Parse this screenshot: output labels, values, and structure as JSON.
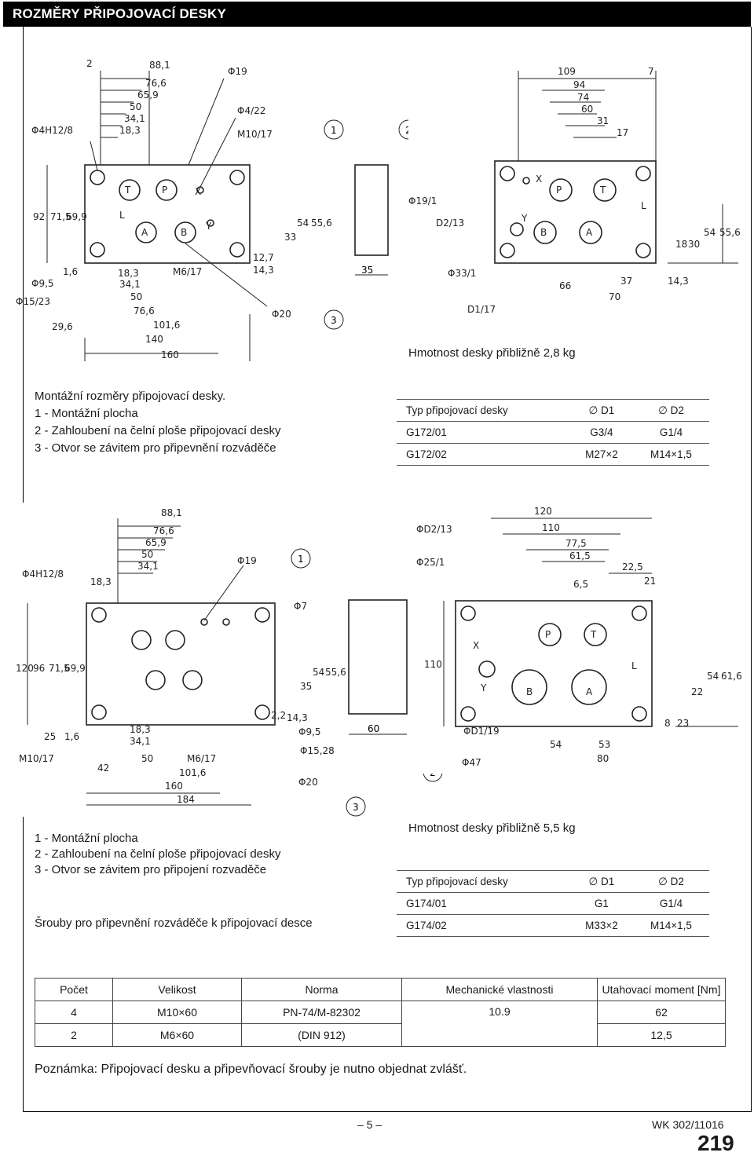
{
  "header": {
    "title": "ROZMĚRY PŘIPOJOVACÍ DESKY"
  },
  "drawing1": {
    "dims_top": [
      "2",
      "88,1",
      "76,6",
      "65,9",
      "50",
      "34,1",
      "18,3",
      "Φ4H12/8",
      "Φ19",
      "Φ4/22",
      "M10/17"
    ],
    "dims_left": [
      "92",
      "71,5",
      "69,9",
      "1,6"
    ],
    "dims_bottom": [
      "18,3",
      "34,1",
      "50",
      "76,6",
      "101,6",
      "140",
      "160",
      "29,6",
      "M6/17",
      "12,7",
      "14,3",
      "33",
      "54",
      "55,6"
    ],
    "misc": [
      "Φ9,5",
      "Φ15/23",
      "Φ20"
    ],
    "ports": [
      "T",
      "P",
      "X",
      "A",
      "B",
      "Y",
      "L"
    ],
    "side_block_dim": "35",
    "callouts": [
      "1",
      "2",
      "3"
    ],
    "right_dims": [
      "109",
      "94",
      "74",
      "60",
      "31",
      "17",
      "7",
      "Φ19/1",
      "D2/13",
      "Φ33/1",
      "D1/17",
      "66",
      "37",
      "70",
      "14,3",
      "18",
      "30",
      "54",
      "55,6"
    ],
    "right_ports": [
      "X",
      "P",
      "T",
      "Y",
      "B",
      "A",
      "L"
    ]
  },
  "weight1": "Hmotnost desky přibližně 2,8 kg",
  "legend1": {
    "title": "Montážní rozměry připojovací desky.",
    "items": [
      "1 - Montážní plocha",
      "2 - Zahloubení na čelní ploše připojovací desky",
      "3 - Otvor se závitem pro připevnění rozváděče"
    ]
  },
  "table1": {
    "headers": [
      "Typ připojovací desky",
      "∅ D1",
      "∅ D2"
    ],
    "rows": [
      [
        "G172/01",
        "G3/4",
        "G1/4"
      ],
      [
        "G172/02",
        "M27×2",
        "M14×1,5"
      ]
    ]
  },
  "drawing2": {
    "dims_top": [
      "88,1",
      "76,6",
      "65,9",
      "50",
      "34,1",
      "18,3",
      "Φ4H12/8",
      "Φ19",
      "Φ7"
    ],
    "dims_left": [
      "120",
      "96",
      "71,5",
      "69,9",
      "25",
      "1,6",
      "M10/17"
    ],
    "dims_bottom": [
      "18,3",
      "34,1",
      "50",
      "42",
      "M6/17",
      "101,6",
      "160",
      "184",
      "Φ20",
      "2,2",
      "14,3",
      "35",
      "54",
      "55,6",
      "Φ9,5",
      "Φ15,28"
    ],
    "side_block_dim": "60",
    "right_dims": [
      "ΦD2/13",
      "Φ25/1",
      "120",
      "110",
      "77,5",
      "61,5",
      "22,5",
      "21",
      "6,5",
      "110",
      "ΦD1/19",
      "Φ47",
      "54",
      "53",
      "80",
      "8",
      "23",
      "22",
      "54",
      "61,6"
    ],
    "right_ports": [
      "X",
      "P",
      "T",
      "Y",
      "B",
      "A",
      "L"
    ],
    "callouts": [
      "1",
      "2",
      "3"
    ]
  },
  "legend2": {
    "items": [
      "1 - Montážní plocha",
      "2 - Zahloubení na čelní ploše připojovací desky",
      "3 - Otvor se závitem pro připojení rozvaděče"
    ],
    "bolts_title": "Šrouby pro připevnění rozváděče k připojovací desce"
  },
  "weight2": "Hmotnost desky přibližně 5,5 kg",
  "table2": {
    "headers": [
      "Typ připojovací desky",
      "∅ D1",
      "∅ D2"
    ],
    "rows": [
      [
        "G174/01",
        "G1",
        "G1/4"
      ],
      [
        "G174/02",
        "M33×2",
        "M14×1,5"
      ]
    ]
  },
  "bolts_table": {
    "headers": [
      "Počet",
      "Velikost",
      "Norma",
      "Mechanické vlastnosti",
      "Utahovací moment [Nm]"
    ],
    "row1": [
      "4",
      "M10×60",
      "PN-74/M-82302",
      "10.9",
      "62"
    ],
    "row2": [
      "2",
      "M6×60",
      "(DIN 912)",
      "",
      "12,5"
    ]
  },
  "note": "Poznámka: Připojovací desku a připevňovací šrouby je nutno objednat zvlášť.",
  "footer": {
    "page": "– 5 –",
    "doc": "WK 302/11016",
    "number": "219"
  }
}
